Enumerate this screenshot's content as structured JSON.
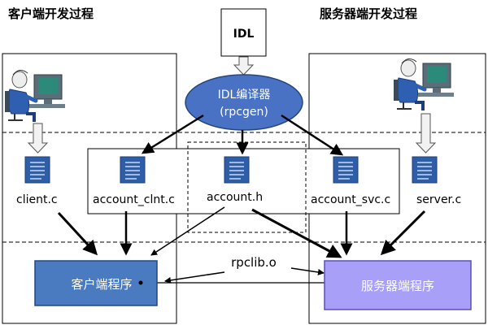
{
  "headings": {
    "client": "客户端开发过程",
    "server": "服务器端开发过程"
  },
  "idl": {
    "box_label": "IDL",
    "compiler_line1": "IDL编译器",
    "compiler_line2": "(rpcgen)"
  },
  "files": {
    "client_c": "client.c",
    "account_clnt_c": "account_clnt.c",
    "account_h": "account.h",
    "account_svc_c": "account_svc.c",
    "server_c": "server.c"
  },
  "library": "rpclib.o",
  "programs": {
    "client": "客户端程序",
    "server": "服务器端程序"
  },
  "colors": {
    "client_program_fill": "#4a7ac0",
    "server_program_fill": "#a8a0f8",
    "compiler_fill": "#4a72c4",
    "doc_icon_fill": "#2f5ea8",
    "arrow": "#000000"
  }
}
